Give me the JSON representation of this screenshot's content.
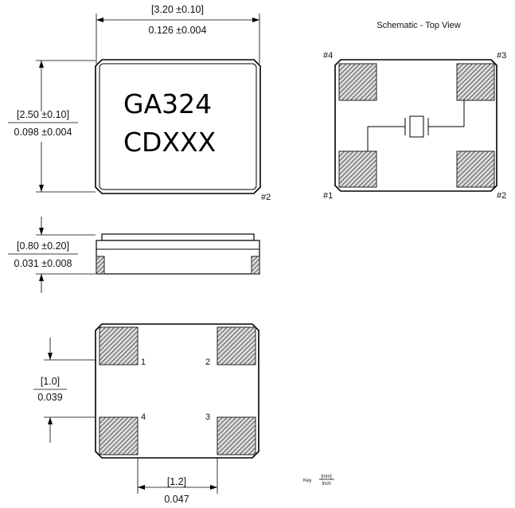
{
  "top_view": {
    "width_mm": "[3.20 ±0.10]",
    "width_inch": "0.126 ±0.004",
    "height_mm": "[2.50 ±0.10]",
    "height_inch": "0.098 ±0.004",
    "marking_line1": "GA324",
    "marking_line2": "CDXXX",
    "pin_label": "#2"
  },
  "side_view": {
    "thickness_mm": "[0.80 ±0.20]",
    "thickness_inch": "0.031 ±0.008"
  },
  "bottom_view": {
    "pad_pitch_v_mm": "[1.0]",
    "pad_pitch_v_inch": "0.039",
    "pad_pitch_h_mm": "[1.2]",
    "pad_pitch_h_inch": "0.047",
    "pads": [
      "1",
      "2",
      "4",
      "3"
    ]
  },
  "schematic": {
    "title": "Schematic - Top View",
    "pins": [
      "#4",
      "#3",
      "#1",
      "#2"
    ]
  },
  "key": {
    "label": "Key",
    "numerator": "[mm]",
    "denominator": "Inch"
  }
}
